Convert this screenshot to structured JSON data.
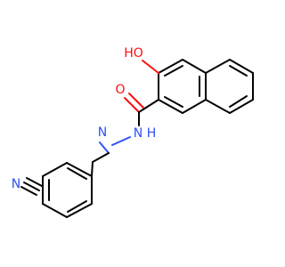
{
  "molecule": {
    "atoms": {
      "hydroxyl": "HO",
      "carbonyl_oxygen": "O",
      "amide_nitrogen": "N",
      "amide_hydrogen": "H",
      "imine_nitrogen": "N",
      "nitrile_nitrogen": "N"
    },
    "colors": {
      "bond": "#000000",
      "oxygen": "#ff0d0d",
      "nitrogen": "#3050f8",
      "background": "#ffffff"
    }
  }
}
